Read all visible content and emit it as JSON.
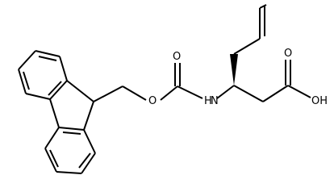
{
  "structure": {
    "labels": {
      "carbonyl_oxygen_carbamate": "O",
      "ester_oxygen": "O",
      "amide_nitrogen": "N",
      "amide_hydrogen": "H",
      "acid_carbonyl_oxygen": "O",
      "acid_hydroxyl": "OH"
    },
    "colors": {
      "bond": "#000000",
      "background": "#ffffff"
    },
    "stereo": "wedge-bond"
  }
}
